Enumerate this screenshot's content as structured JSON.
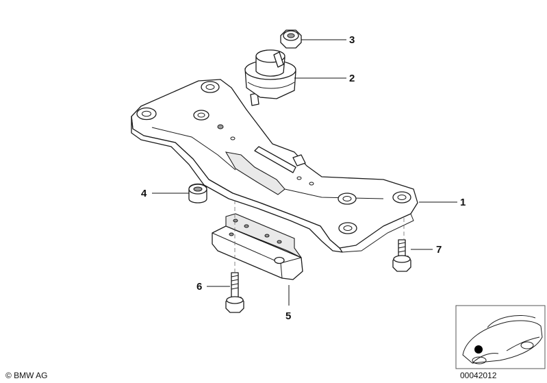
{
  "diagram": {
    "callouts": [
      {
        "id": "1",
        "label": "1"
      },
      {
        "id": "2",
        "label": "2"
      },
      {
        "id": "3",
        "label": "3"
      },
      {
        "id": "4",
        "label": "4"
      },
      {
        "id": "5",
        "label": "5"
      },
      {
        "id": "6",
        "label": "6"
      },
      {
        "id": "7",
        "label": "7"
      }
    ],
    "copyright": "© BMW AG",
    "drawing_number": "00042012"
  }
}
